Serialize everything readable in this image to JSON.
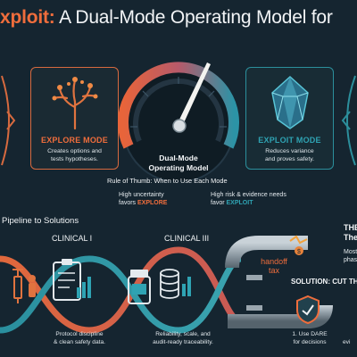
{
  "title": {
    "accent": "xploit:",
    "rest": " A Dual-Mode Operating Model for"
  },
  "gauge": {
    "label_line1": "Dual-Mode",
    "label_line2": "Operating Model"
  },
  "explore": {
    "title": "EXPLORE MODE",
    "desc_line1": "Creates options and",
    "desc_line2": "tests hypotheses."
  },
  "exploit": {
    "title": "EXPLOIT MODE",
    "desc_line1": "Reduces variance",
    "desc_line2": "and proves safety."
  },
  "rule": {
    "heading": "Rule of Thumb: When to Use Each Mode",
    "left_line1": "High uncertainty",
    "left_prefix": "favors ",
    "left_accent": "EXPLORE",
    "right_line1": "High risk & evidence needs",
    "right_prefix": "favor ",
    "right_accent": "EXPLOIT"
  },
  "pipeline": {
    "heading": "Pipeline to Solutions",
    "phase1": "CLINICAL I",
    "phase3": "CLINICAL III",
    "handoff_line1": "handoff",
    "handoff_line2": "tax",
    "caption1_line1": "Protocol discipline",
    "caption1_line2": "& clean safety data.",
    "caption3_line1": "Reliability, scale, and",
    "caption3_line2": "audit-ready traceability."
  },
  "right": {
    "heading_line1": "THE",
    "heading_line2": "The",
    "note_line1": "Most",
    "note_line2": "phas",
    "solution": "SOLUTION: CUT THE",
    "item1_line1": "1. Use DARE",
    "item1_line2": "for decisions",
    "item2": "evi"
  },
  "colors": {
    "explore": "#ef6d3c",
    "exploit": "#2fa3b3",
    "background": "#152530"
  },
  "icons": [
    "tree-icon",
    "crystal-icon",
    "gauge-icon",
    "syringe-icon",
    "clipboard-icon",
    "pill-bottle-icon",
    "coin-stack-icon",
    "broken-pipe-icon",
    "shield-icon"
  ]
}
